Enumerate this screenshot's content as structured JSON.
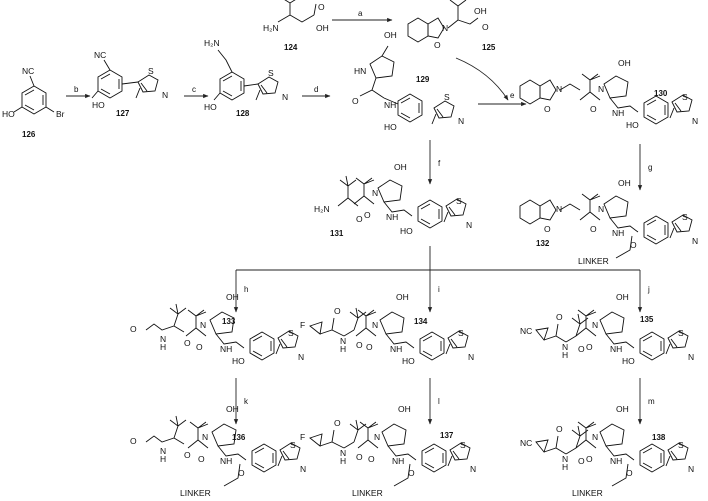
{
  "scheme": {
    "compounds": [
      {
        "id": "124",
        "labels": [
          "H₂N",
          "OH",
          "O"
        ]
      },
      {
        "id": "125",
        "labels": [
          "N",
          "O",
          "OH",
          "O"
        ]
      },
      {
        "id": "126",
        "labels": [
          "NC",
          "HO",
          "Br"
        ]
      },
      {
        "id": "127",
        "labels": [
          "NC",
          "HO",
          "S",
          "N"
        ]
      },
      {
        "id": "128",
        "labels": [
          "H₂N",
          "HO",
          "S",
          "N"
        ]
      },
      {
        "id": "129",
        "labels": [
          "OH",
          "HN",
          "O",
          "NH",
          "HO",
          "S",
          "N"
        ]
      },
      {
        "id": "130",
        "labels": [
          "N",
          "O",
          "N",
          "OH",
          "O",
          "NH",
          "HO",
          "S",
          "N"
        ]
      },
      {
        "id": "131",
        "labels": [
          "H₂N",
          "O",
          "N",
          "OH",
          "O",
          "NH",
          "HO",
          "S",
          "N"
        ]
      },
      {
        "id": "132",
        "labels": [
          "N",
          "O",
          "N",
          "OH",
          "O",
          "NH",
          "O",
          "LINKER",
          "S",
          "N"
        ]
      },
      {
        "id": "133",
        "labels": [
          "O",
          "N",
          "H",
          "O",
          "N",
          "OH",
          "O",
          "NH",
          "HO",
          "S",
          "N"
        ]
      },
      {
        "id": "134",
        "labels": [
          "F",
          "O",
          "N",
          "H",
          "O",
          "N",
          "OH",
          "O",
          "NH",
          "HO",
          "S",
          "N"
        ]
      },
      {
        "id": "135",
        "labels": [
          "NC",
          "O",
          "N",
          "H",
          "O",
          "N",
          "OH",
          "O",
          "NH",
          "HO",
          "S",
          "N"
        ]
      },
      {
        "id": "136",
        "labels": [
          "O",
          "N",
          "H",
          "O",
          "N",
          "OH",
          "O",
          "NH",
          "O",
          "LINKER",
          "S",
          "N"
        ]
      },
      {
        "id": "137",
        "labels": [
          "F",
          "O",
          "N",
          "H",
          "O",
          "N",
          "OH",
          "O",
          "NH",
          "O",
          "LINKER",
          "S",
          "N"
        ]
      },
      {
        "id": "138",
        "labels": [
          "NC",
          "O",
          "N",
          "H",
          "O",
          "N",
          "OH",
          "O",
          "NH",
          "O",
          "LINKER",
          "S",
          "N"
        ]
      }
    ],
    "steps": [
      "a",
      "b",
      "c",
      "d",
      "e",
      "f",
      "g",
      "h",
      "i",
      "j",
      "k",
      "l",
      "m"
    ]
  }
}
